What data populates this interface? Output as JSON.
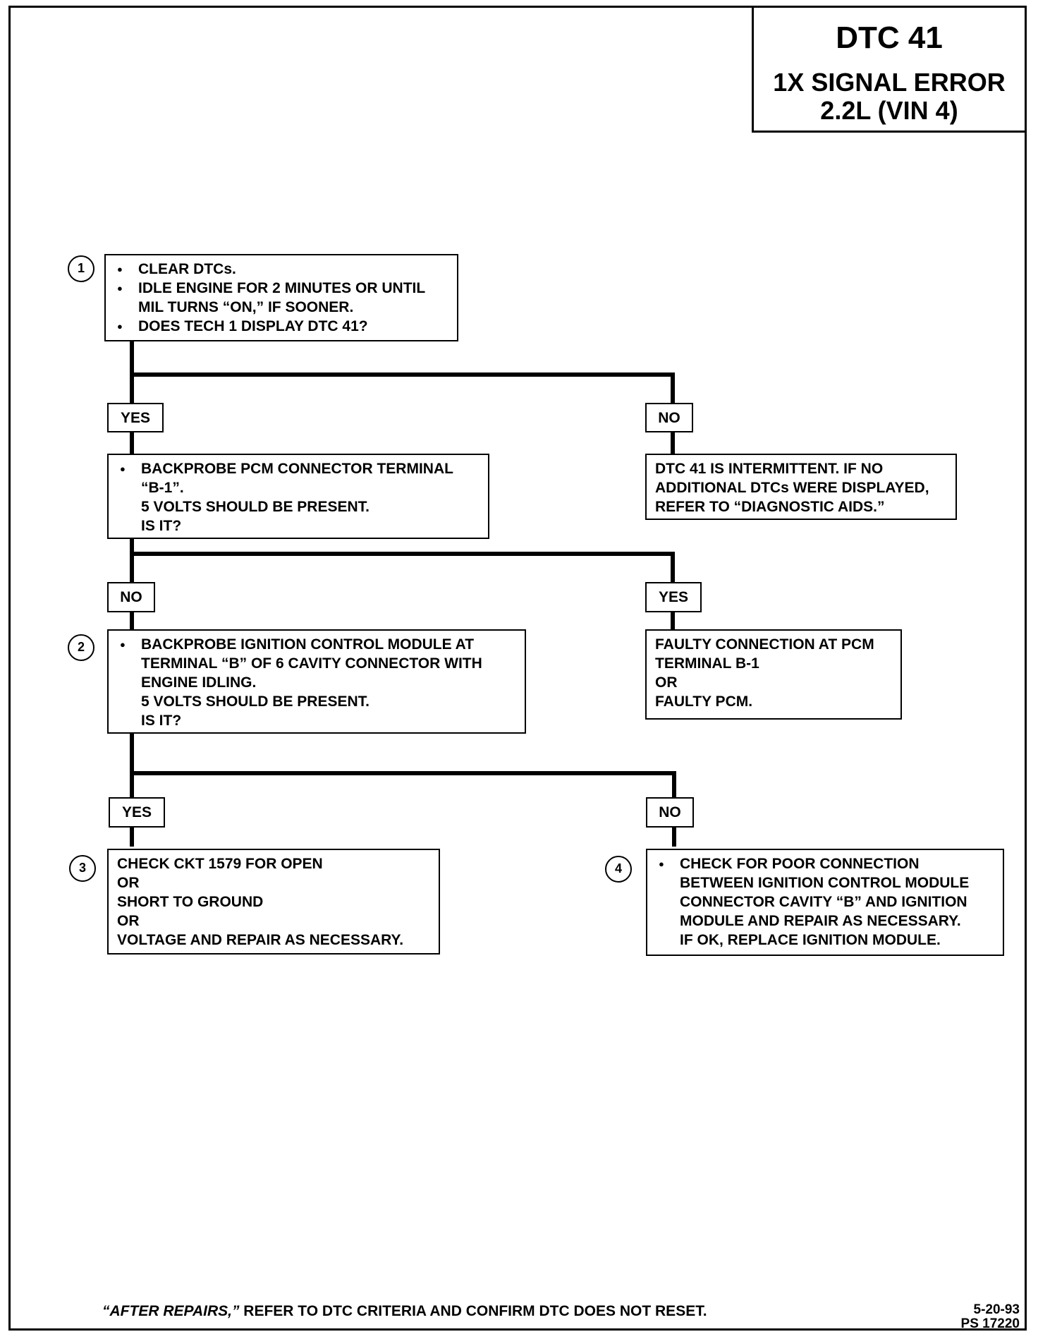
{
  "title": {
    "code": "DTC 41",
    "line1": "1X SIGNAL ERROR",
    "line2": "2.2L  (VIN 4)"
  },
  "steps": {
    "s1": {
      "number": "1",
      "bullet1": "CLEAR DTCs.",
      "bullet2": "IDLE ENGINE FOR 2 MINUTES OR UNTIL",
      "bullet2b": "MIL TURNS “ON,” IF SOONER.",
      "bullet3": "DOES TECH 1 DISPLAY DTC 41?"
    },
    "s_b1": {
      "bullet1": "BACKPROBE PCM CONNECTOR TERMINAL",
      "bullet1b": "“B-1”.",
      "line2": "5 VOLTS SHOULD BE PRESENT.",
      "line3": "IS IT?"
    },
    "s_intermittent": {
      "line1": "DTC 41 IS INTERMITTENT.  IF NO",
      "line2": "ADDITIONAL DTCs WERE DISPLAYED,",
      "line3": "REFER TO “DIAGNOSTIC AIDS.”"
    },
    "s2": {
      "number": "2",
      "bullet1": "BACKPROBE IGNITION CONTROL MODULE AT",
      "bullet1b": "TERMINAL “B” OF 6 CAVITY CONNECTOR WITH",
      "bullet1c": "ENGINE IDLING.",
      "line2": "5 VOLTS SHOULD BE PRESENT.",
      "line3": "IS IT?"
    },
    "s_faulty": {
      "line1": "FAULTY CONNECTION AT PCM",
      "line2": "TERMINAL B-1",
      "line3": "OR",
      "line4": "FAULTY PCM."
    },
    "s3": {
      "number": "3",
      "line1": "CHECK CKT 1579 FOR OPEN",
      "line2": "OR",
      "line3": "SHORT TO GROUND",
      "line4": "OR",
      "line5": "VOLTAGE AND REPAIR AS NECESSARY."
    },
    "s4": {
      "number": "4",
      "bullet1": "CHECK FOR POOR CONNECTION",
      "bullet1b": "BETWEEN IGNITION CONTROL MODULE",
      "bullet1c": "CONNECTOR CAVITY “B” AND IGNITION",
      "bullet1d": "MODULE AND REPAIR AS NECESSARY.",
      "bullet1e": "IF OK, REPLACE IGNITION MODULE."
    }
  },
  "labels": {
    "yes1": "YES",
    "no1": "NO",
    "no2": "NO",
    "yes2": "YES",
    "yes3": "YES",
    "no3": "NO"
  },
  "footer": {
    "emphasis": "“AFTER REPAIRS,”",
    "rest": " REFER TO DTC CRITERIA  AND CONFIRM DTC DOES NOT RESET."
  },
  "date": {
    "line1": "5-20-93",
    "line2": "PS 17220"
  }
}
